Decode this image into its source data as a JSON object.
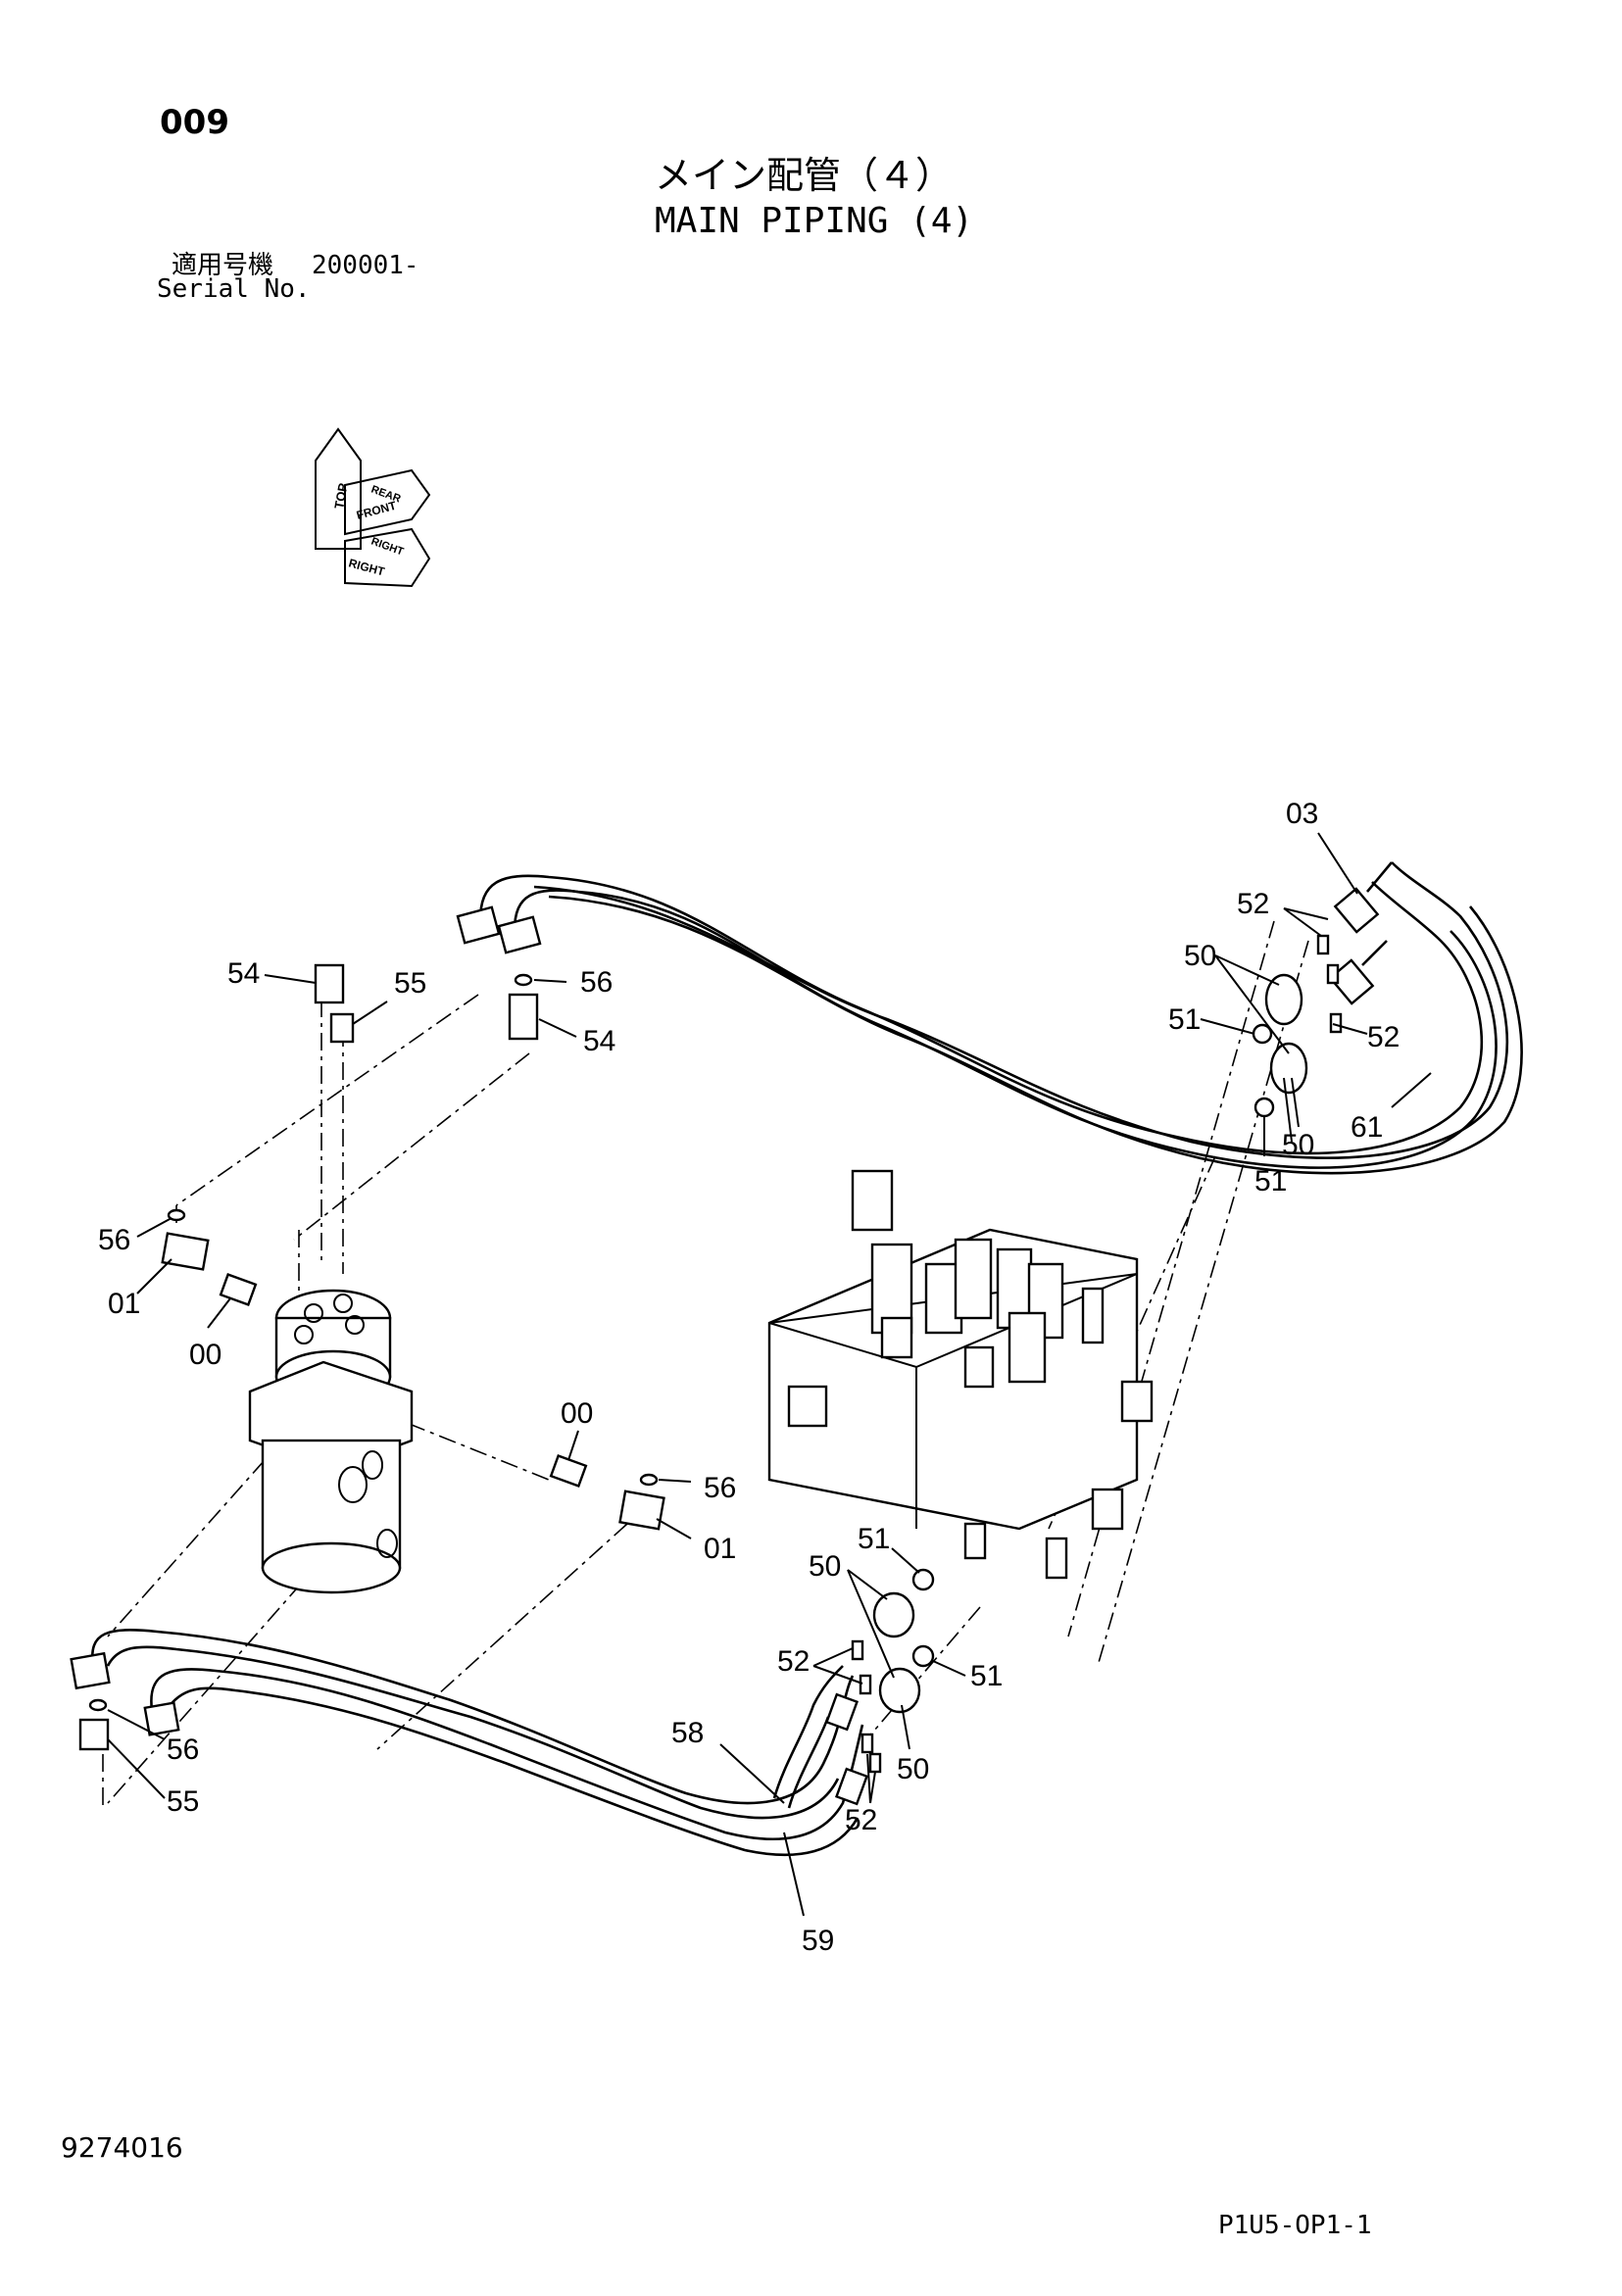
{
  "header": {
    "page_no": "009",
    "title_jp": "メイン配管（４）",
    "title_en": "MAIN PIPING (4)",
    "serial_label_jp": "適用号機",
    "serial_value": "200001-",
    "serial_label_en": "Serial No."
  },
  "orientation": {
    "top": "TOP",
    "rear": "REAR",
    "front": "FRONT",
    "right": "RIGHT"
  },
  "callouts": {
    "c03": "03",
    "c52a": "52",
    "c50a": "50",
    "c51a": "51",
    "c52b": "52",
    "c50b": "50",
    "c51b": "51",
    "c61": "61",
    "c54a": "54",
    "c55a": "55",
    "c56a": "56",
    "c54b": "54",
    "c56b": "56",
    "c01a": "01",
    "c00a": "00",
    "c00b": "00",
    "c56c": "56",
    "c01b": "01",
    "c51c": "51",
    "c50c": "50",
    "c52c": "52",
    "c51d": "51",
    "c58": "58",
    "c50d": "50",
    "c52d": "52",
    "c56d": "56",
    "c55b": "55",
    "c59": "59"
  },
  "footer": {
    "drawing_no": "9274016",
    "page_code": "P1U5-OP1-1"
  }
}
